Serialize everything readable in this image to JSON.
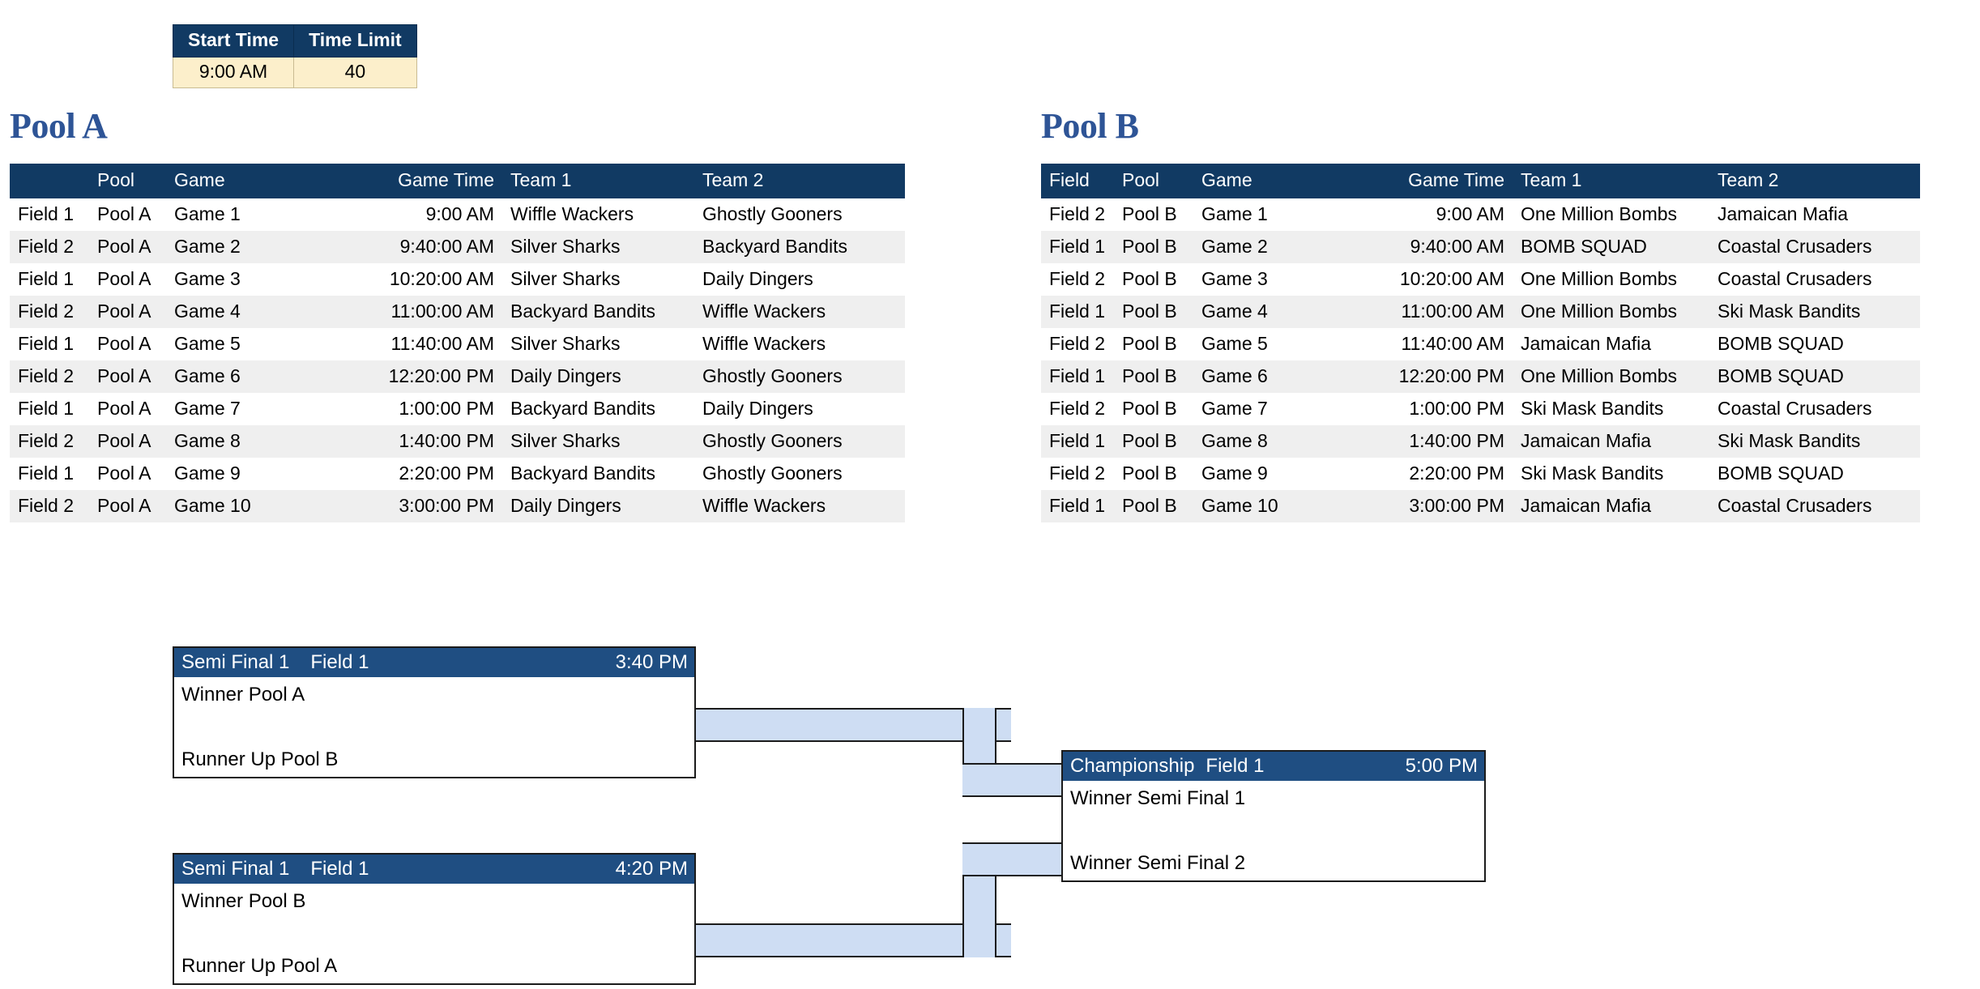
{
  "settings": {
    "headers": [
      "Start Time",
      "Time Limit"
    ],
    "values": [
      "9:00 AM",
      "40"
    ]
  },
  "pool_a": {
    "title": "Pool A",
    "headers": [
      "",
      "Pool",
      "Game",
      "Game Time",
      "Team 1",
      "Team 2"
    ],
    "rows": [
      [
        "Field 1",
        "Pool A",
        "Game 1",
        "9:00 AM",
        "Wiffle Wackers",
        "Ghostly Gooners"
      ],
      [
        "Field 2",
        "Pool A",
        "Game 2",
        "9:40:00 AM",
        "Silver Sharks",
        "Backyard Bandits"
      ],
      [
        "Field 1",
        "Pool A",
        "Game 3",
        "10:20:00 AM",
        "Silver Sharks",
        "Daily Dingers"
      ],
      [
        "Field 2",
        "Pool A",
        "Game 4",
        "11:00:00 AM",
        "Backyard Bandits",
        "Wiffle Wackers"
      ],
      [
        "Field 1",
        "Pool A",
        "Game 5",
        "11:40:00 AM",
        "Silver Sharks",
        "Wiffle Wackers"
      ],
      [
        "Field 2",
        "Pool A",
        "Game 6",
        "12:20:00 PM",
        "Daily Dingers",
        "Ghostly Gooners"
      ],
      [
        "Field 1",
        "Pool A",
        "Game 7",
        "1:00:00 PM",
        "Backyard Bandits",
        "Daily Dingers"
      ],
      [
        "Field 2",
        "Pool A",
        "Game 8",
        "1:40:00 PM",
        "Silver Sharks",
        "Ghostly Gooners"
      ],
      [
        "Field 1",
        "Pool A",
        "Game 9",
        "2:20:00 PM",
        "Backyard Bandits",
        "Ghostly Gooners"
      ],
      [
        "Field 2",
        "Pool A",
        "Game 10",
        "3:00:00 PM",
        "Daily Dingers",
        "Wiffle Wackers"
      ]
    ]
  },
  "pool_b": {
    "title": "Pool B",
    "headers": [
      "Field",
      "Pool",
      "Game",
      "Game Time",
      "Team 1",
      "Team 2"
    ],
    "rows": [
      [
        "Field 2",
        "Pool B",
        "Game 1",
        "9:00 AM",
        "One Million Bombs",
        "Jamaican Mafia"
      ],
      [
        "Field 1",
        "Pool B",
        "Game 2",
        "9:40:00 AM",
        "BOMB SQUAD",
        "Coastal Crusaders"
      ],
      [
        "Field 2",
        "Pool B",
        "Game 3",
        "10:20:00 AM",
        "One Million Bombs",
        "Coastal Crusaders"
      ],
      [
        "Field 1",
        "Pool B",
        "Game 4",
        "11:00:00 AM",
        "One Million Bombs",
        "Ski Mask Bandits"
      ],
      [
        "Field 2",
        "Pool B",
        "Game 5",
        "11:40:00 AM",
        "Jamaican Mafia",
        "BOMB SQUAD"
      ],
      [
        "Field 1",
        "Pool B",
        "Game 6",
        "12:20:00 PM",
        "One Million Bombs",
        "BOMB SQUAD"
      ],
      [
        "Field 2",
        "Pool B",
        "Game 7",
        "1:00:00 PM",
        "Ski Mask Bandits",
        "Coastal Crusaders"
      ],
      [
        "Field 1",
        "Pool B",
        "Game 8",
        "1:40:00 PM",
        "Jamaican Mafia",
        "Ski Mask Bandits"
      ],
      [
        "Field 2",
        "Pool B",
        "Game 9",
        "2:20:00 PM",
        "Ski Mask Bandits",
        "BOMB SQUAD"
      ],
      [
        "Field 1",
        "Pool B",
        "Game 10",
        "3:00:00 PM",
        "Jamaican Mafia",
        "Coastal Crusaders"
      ]
    ]
  },
  "bracket": {
    "semi_final_1": {
      "title": "Semi Final 1",
      "field": "Field 1",
      "time": "3:40 PM",
      "slot_top": "Winner Pool A",
      "slot_bottom": "Runner Up Pool B"
    },
    "semi_final_2": {
      "title": "Semi Final 1",
      "field": "Field 1",
      "time": "4:20 PM",
      "slot_top": "Winner Pool B",
      "slot_bottom": "Runner Up Pool A"
    },
    "championship": {
      "title": "Championship",
      "field": "Field 1",
      "time": "5:00 PM",
      "slot_top": "Winner Semi Final 1",
      "slot_bottom": "Winner Semi Final 2"
    }
  },
  "colors": {
    "header_navy": "#113A63",
    "bracket_navy": "#1F4E82",
    "pool_title_blue": "#2E5496",
    "settings_cell_cream": "#FCEFCB",
    "alt_row_grey": "#EFEFEF",
    "connector_blue": "#CEDDF3"
  }
}
